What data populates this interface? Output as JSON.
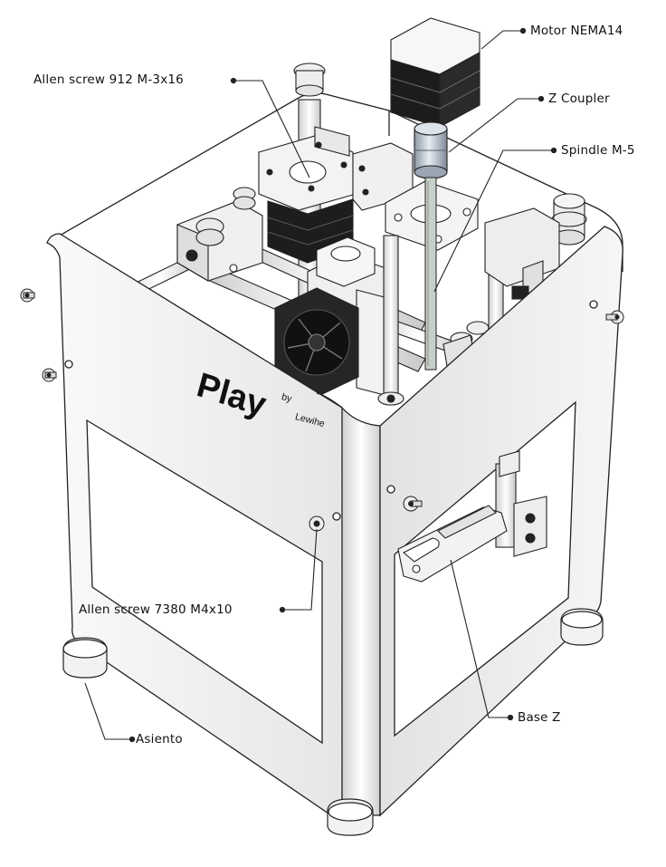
{
  "brand": {
    "name": "Play",
    "byline_by": "by",
    "byline_maker": "Lewihe"
  },
  "labels": {
    "motor": "Motor NEMA14",
    "allen_screw_top": "Allen screw 912 M-3x16",
    "z_coupler": "Z Coupler",
    "spindle": "Spindle M-5",
    "allen_screw_side": "Allen screw 7380 M4x10",
    "base_z": "Base Z",
    "asiento": "Asiento"
  },
  "colors": {
    "line": "#222222",
    "panel": "#f2f2f2",
    "panel_shade": "#dcdcdc",
    "motor_body": "#1c1c1c",
    "coupler": "#a9b4c0",
    "fan": "#2a2a2a",
    "rod": "#e8e8e8"
  }
}
